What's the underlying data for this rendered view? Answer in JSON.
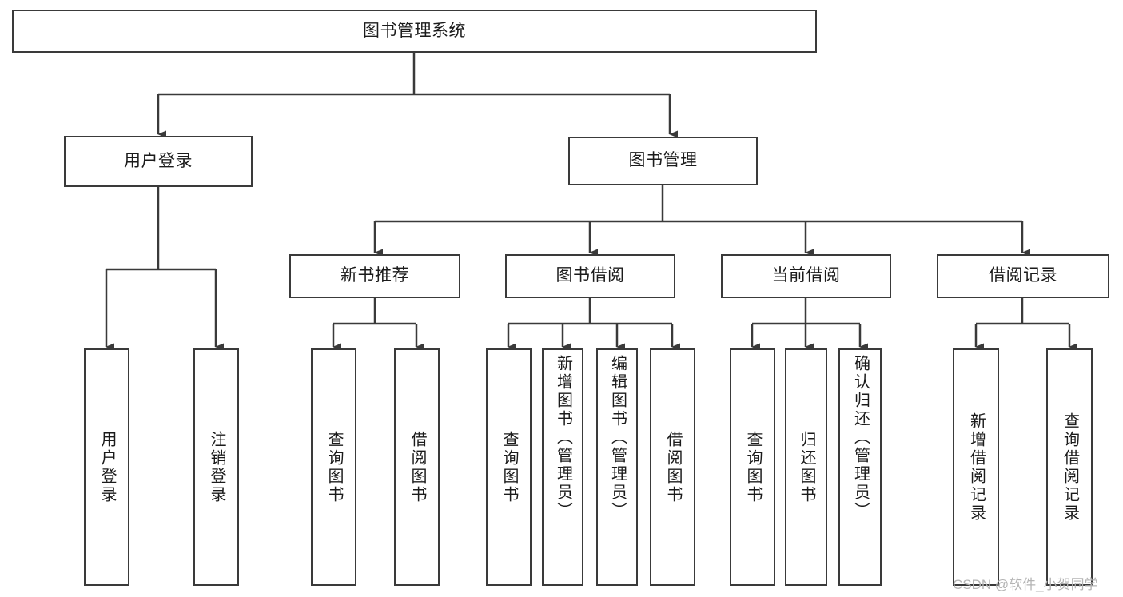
{
  "diagram": {
    "title": "图书管理系统",
    "watermark": "CSDN @软件_小贺同学",
    "style": {
      "border_color": "#3a3a3a",
      "fill_color": "#ffffff",
      "text_color": "#1b1b1b",
      "background": "#ffffff",
      "watermark_color": "#b4b4b4"
    },
    "nodes": {
      "root": {
        "label": "图书管理系统"
      },
      "level1": [
        {
          "id": "user-login",
          "label": "用户登录"
        },
        {
          "id": "book-manage",
          "label": "图书管理"
        }
      ],
      "level2": [
        {
          "id": "new-book-recommend",
          "label": "新书推荐"
        },
        {
          "id": "book-borrow",
          "label": "图书借阅"
        },
        {
          "id": "current-borrow",
          "label": "当前借阅"
        },
        {
          "id": "borrow-record",
          "label": "借阅记录"
        }
      ],
      "leaves": [
        {
          "id": "user-login-leaf",
          "label": "用户登录",
          "parent": "user-login"
        },
        {
          "id": "user-logout-leaf",
          "label": "注销登录",
          "parent": "user-login"
        },
        {
          "id": "recommend-query-book",
          "label": "查询图书",
          "parent": "new-book-recommend"
        },
        {
          "id": "recommend-borrow-book",
          "label": "借阅图书",
          "parent": "new-book-recommend"
        },
        {
          "id": "borrow-query-book",
          "label": "查询图书",
          "parent": "book-borrow"
        },
        {
          "id": "borrow-add-book",
          "label": "新增图书（管理员）",
          "parent": "book-borrow"
        },
        {
          "id": "borrow-edit-book",
          "label": "编辑图书（管理员）",
          "parent": "book-borrow"
        },
        {
          "id": "borrow-lend-book",
          "label": "借阅图书",
          "parent": "book-borrow"
        },
        {
          "id": "current-query-book",
          "label": "查询图书",
          "parent": "current-borrow"
        },
        {
          "id": "current-return-book",
          "label": "归还图书",
          "parent": "current-borrow"
        },
        {
          "id": "current-confirm-return",
          "label": "确认归还（管理员）",
          "parent": "current-borrow"
        },
        {
          "id": "record-add",
          "label": "新增借阅记录",
          "parent": "borrow-record"
        },
        {
          "id": "record-query",
          "label": "查询借阅记录",
          "parent": "borrow-record"
        }
      ]
    }
  }
}
